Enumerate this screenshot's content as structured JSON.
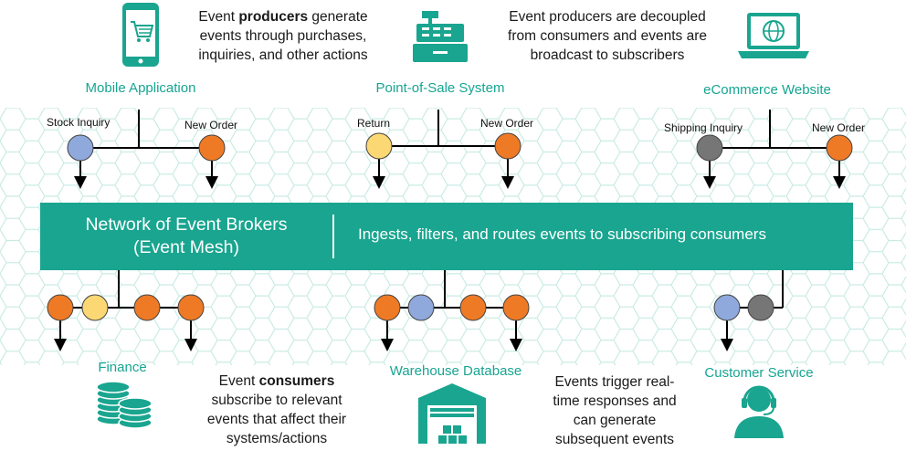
{
  "producers_note": {
    "pre": "Event ",
    "bold": "producers",
    "post": " generate events through purchases, inquiries, and other actions"
  },
  "decoupled_note": "Event producers are decoupled from consumers and events are broadcast to subscribers",
  "producers": [
    {
      "name": "Mobile Application",
      "events": [
        "Stock Inquiry",
        "New Order"
      ]
    },
    {
      "name": "Point-of-Sale System",
      "events": [
        "Return",
        "New Order"
      ]
    },
    {
      "name": "eCommerce Website",
      "events": [
        "Shipping Inquiry",
        "New Order"
      ]
    }
  ],
  "broker": {
    "title_line1": "Network of Event Brokers",
    "title_line2": "(Event Mesh)",
    "description": "Ingests, filters, and routes events to subscribing consumers"
  },
  "consumers": [
    {
      "name": "Finance"
    },
    {
      "name": "Warehouse Database"
    },
    {
      "name": "Customer Service"
    }
  ],
  "consumers_note": {
    "pre": "Event ",
    "bold": "consumers",
    "post": " subscribe to relevant events that affect their systems/actions"
  },
  "responses_note": "Events trigger real-time responses and can generate subsequent events",
  "icons": [
    "mobile-cart-icon",
    "cash-register-icon",
    "laptop-globe-icon",
    "coins-icon",
    "warehouse-icon",
    "headset-agent-icon"
  ],
  "colors": {
    "teal": "#19a58f",
    "blue_event": "#8fa9dc",
    "orange_event": "#ef7a25",
    "yellow_event": "#fbd873",
    "gray_event": "#767676"
  }
}
